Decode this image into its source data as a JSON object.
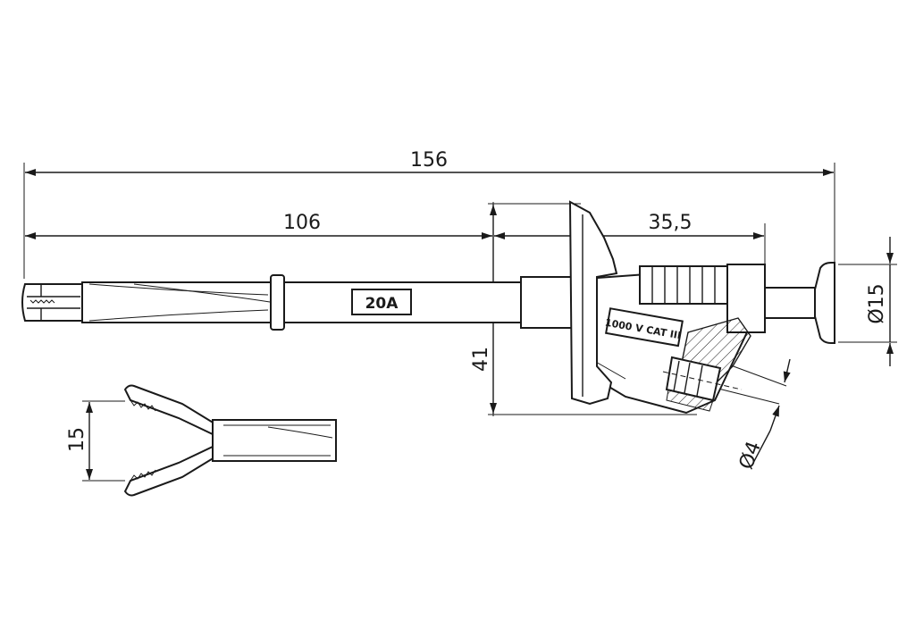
{
  "dimensions": {
    "overall_length": "156",
    "length_to_guard": "106",
    "guard_to_grip": "35,5",
    "height": "41",
    "jaw_opening": "15",
    "diameter_grip": "Ø15",
    "diameter_socket": "Ø4"
  },
  "labels": {
    "current_rating": "20A",
    "rating_voltage": "1000 V CAT III"
  },
  "colors": {
    "line": "#1a1a1a",
    "background": "#ffffff"
  }
}
